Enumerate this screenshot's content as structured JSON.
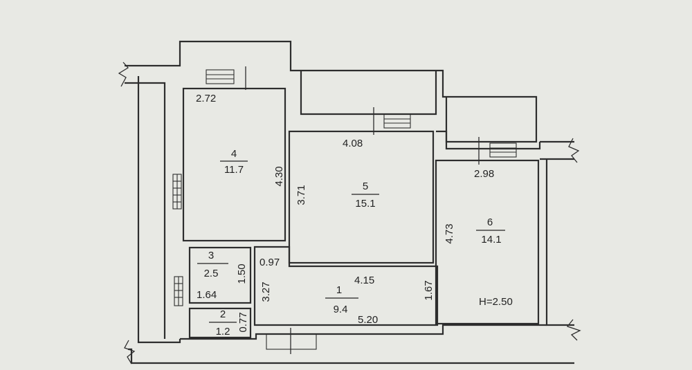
{
  "rooms": [
    {
      "number": "4",
      "area": "11.7"
    },
    {
      "number": "5",
      "area": "15.1"
    },
    {
      "number": "6",
      "area": "14.1"
    },
    {
      "number": "3",
      "area": "2.5"
    },
    {
      "number": "1",
      "area": "9.4"
    },
    {
      "number": "2",
      "area": "1.2"
    }
  ],
  "dimensions": {
    "room4_width": "2.72",
    "room4_height": "4.30",
    "room5_width": "4.08",
    "room5_height": "3.71",
    "room6_width": "2.98",
    "room6_height": "4.73",
    "room3_height": "1.50",
    "room3_width": "1.64",
    "room2_width": "0.77",
    "corridor_width": "0.97",
    "corridor_length": "3.27",
    "hall_top": "4.15",
    "hall_height": "1.67",
    "hall_bottom": "5.20"
  },
  "ceiling_height": "H=2.50",
  "colors": {
    "line": "#2d2d2d",
    "paper": "#e8e9e4"
  }
}
